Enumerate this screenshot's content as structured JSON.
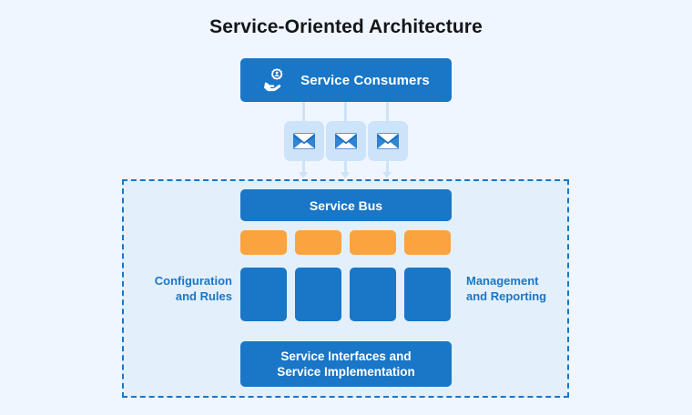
{
  "diagram": {
    "title": "Service-Oriented Architecture",
    "consumers": {
      "label": "Service Consumers",
      "icon": "hand-holding-service-gear-icon"
    },
    "messages": [
      {
        "icon": "envelope-icon"
      },
      {
        "icon": "envelope-icon"
      },
      {
        "icon": "envelope-icon"
      }
    ],
    "container": {
      "service_bus": {
        "label": "Service Bus"
      },
      "left_label": "Configuration\nand Rules",
      "left_label_line1": "Configuration",
      "left_label_line2": "and Rules",
      "right_label_line1": "Management",
      "right_label_line2": "and Reporting",
      "orange_blocks": [
        {
          "id": "orange-block-1"
        },
        {
          "id": "orange-block-2"
        },
        {
          "id": "orange-block-3"
        },
        {
          "id": "orange-block-4"
        }
      ],
      "blue_blocks": [
        {
          "id": "blue-block-1"
        },
        {
          "id": "blue-block-2"
        },
        {
          "id": "blue-block-3"
        },
        {
          "id": "blue-block-4"
        }
      ],
      "implementation": {
        "line1": "Service Interfaces and",
        "line2": "Service Implementation"
      }
    }
  },
  "colors": {
    "background": "#eff6ff",
    "container_fill": "#e3f0fc",
    "primary_blue": "#1a76c6",
    "accent_orange": "#fba33f",
    "envelope_card": "#cde3fa",
    "connector": "#cfe3f7",
    "title_text": "#141619"
  }
}
